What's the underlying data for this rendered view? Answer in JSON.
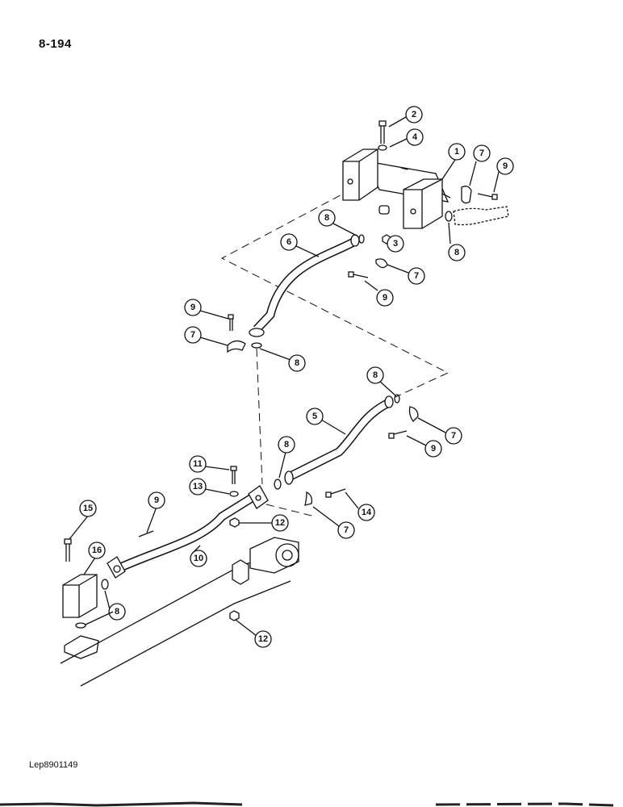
{
  "page": {
    "number": "8-194",
    "figure_ref": "Lep8901149"
  },
  "callouts": [
    "1",
    "2",
    "3",
    "4",
    "5",
    "6",
    "7",
    "8",
    "9",
    "10",
    "11",
    "12",
    "13",
    "14",
    "15",
    "16"
  ],
  "parts": {
    "1": "Valve block",
    "5": "Hose",
    "6": "Hose",
    "10": "Rigid pipe",
    "16": "Valve block"
  }
}
